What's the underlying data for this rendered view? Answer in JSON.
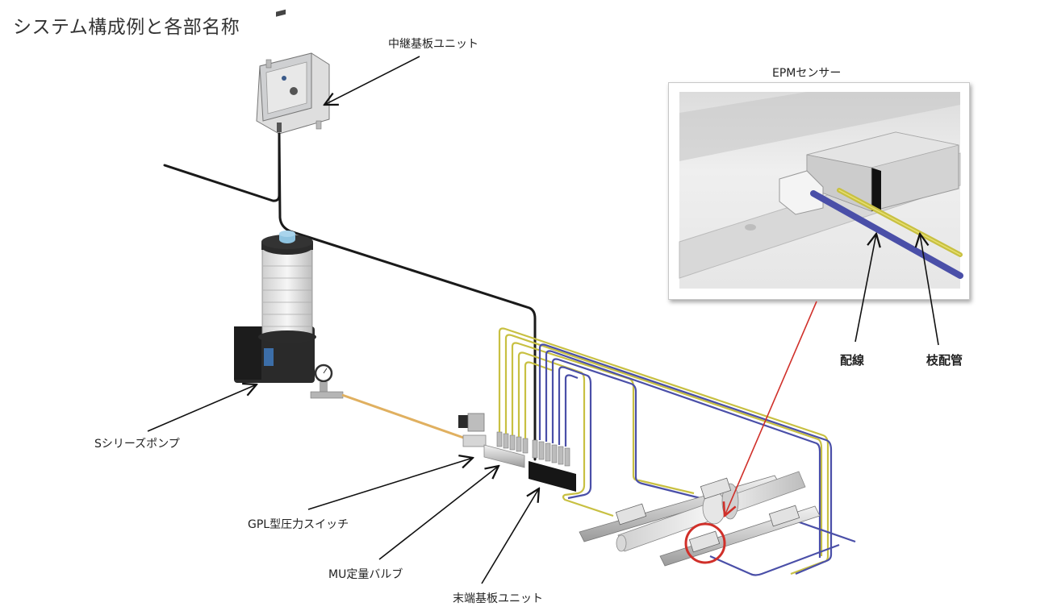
{
  "title": "システム構成例と各部名称",
  "labels": {
    "relay_unit": "中継基板ユニット",
    "epm_sensor": "EPMセンサー",
    "wiring": "配線",
    "branch_piping": "枝配管",
    "pump": "Sシリーズポンプ",
    "pressure_switch": "GPL型圧力スイッチ",
    "mu_valve": "MU定量バルブ",
    "terminal_unit": "末端基板ユニット"
  },
  "colors": {
    "signal_cable": "#1a1a1a",
    "wiring_blue": "#4a4fa8",
    "piping_yellow": "#c8c042",
    "main_line_orange": "#e0b060",
    "highlight_red": "#d0302a"
  }
}
